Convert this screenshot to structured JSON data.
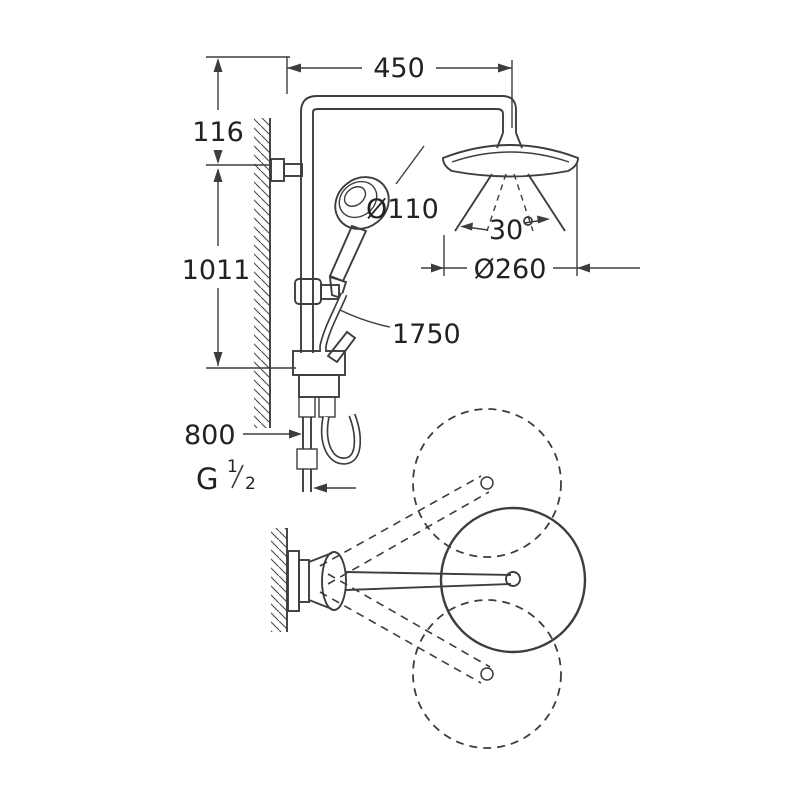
{
  "meta": {
    "title": "Shower system dimensional drawing",
    "background_color": "#ffffff",
    "line_color": "#3d3d3d",
    "text_color": "#222222"
  },
  "dimensions": {
    "width_450": "450",
    "height_116": "116",
    "height_1011": "1011",
    "hand_shower_diameter": "Ø110",
    "spray_angle": "30",
    "head_shower_diameter": "Ø260",
    "hose_length": "1750",
    "connection_height": "800",
    "thread": {
      "g": "G",
      "numerator": "1",
      "denominator": "2"
    }
  }
}
